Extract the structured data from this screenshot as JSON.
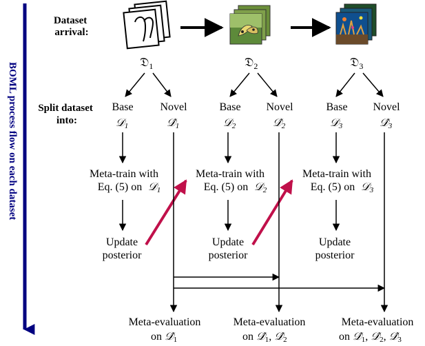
{
  "side_label": "BOML process flow on each dataset",
  "header": {
    "arrival_label": [
      "Dataset",
      "arrival:"
    ],
    "split_label": [
      "Split dataset",
      "into:"
    ]
  },
  "datasets": [
    {
      "symbol": "𝔇",
      "sub": "1",
      "image": "handwritten-character-stack-icon",
      "base_label": "Base",
      "novel_label": "Novel",
      "base_sym": "𝒟",
      "novel_sym": "𝒟̂",
      "train_line1": "Meta-train with",
      "train_line2": "Eq. (5) on",
      "update_line1": "Update",
      "update_line2": "posterior",
      "eval_line1": "Meta-evaluation",
      "eval_prefix": "on"
    },
    {
      "symbol": "𝔇",
      "sub": "2",
      "image": "butterfly-photo-stack-icon",
      "base_label": "Base",
      "novel_label": "Novel",
      "base_sym": "𝒟",
      "novel_sym": "𝒟̂",
      "train_line1": "Meta-train with",
      "train_line2": "Eq. (5) on",
      "update_line1": "Update",
      "update_line2": "posterior",
      "eval_line1": "Meta-evaluation",
      "eval_prefix": "on"
    },
    {
      "symbol": "𝔇",
      "sub": "3",
      "image": "coral-reef-photo-stack-icon",
      "base_label": "Base",
      "novel_label": "Novel",
      "base_sym": "𝒟",
      "novel_sym": "𝒟̂",
      "train_line1": "Meta-train with",
      "train_line2": "Eq. (5) on",
      "update_line1": "Update",
      "update_line2": "posterior",
      "eval_line1": "Meta-evaluation",
      "eval_prefix": "on"
    }
  ],
  "colors": {
    "flow_arrow": "#000080",
    "transfer_arrow": "#c0104a"
  }
}
